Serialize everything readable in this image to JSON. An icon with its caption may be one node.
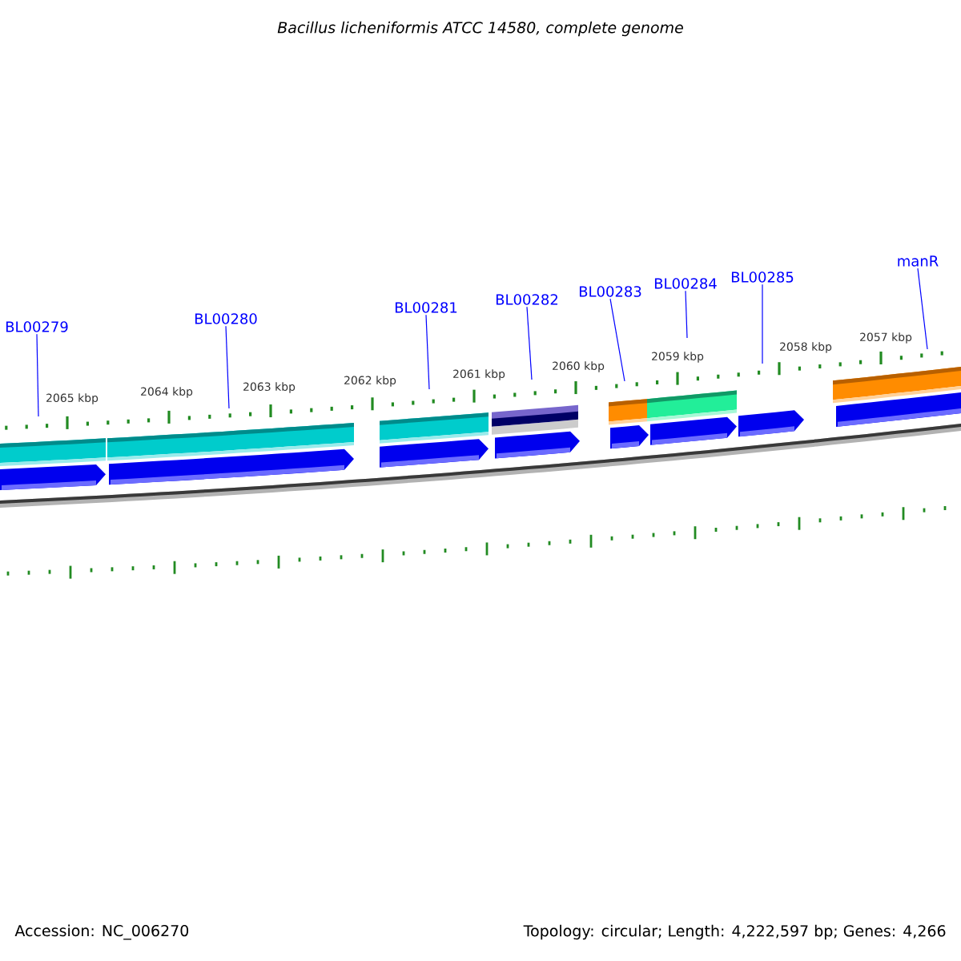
{
  "diagram": {
    "title": "Bacillus licheniformis ATCC 14580, complete genome",
    "nodes": [
      {
        "text": [
          "BL00279"
        ]
      },
      {
        "text": [
          "BL00280"
        ]
      },
      {
        "text": [
          "BL00281"
        ]
      },
      {
        "text": [
          "BL00282"
        ]
      },
      {
        "text": [
          "BL00283"
        ]
      },
      {
        "text": [
          "BL00284"
        ]
      },
      {
        "text": [
          "BL00285"
        ]
      },
      {
        "text": [
          "manR"
        ]
      }
    ],
    "edges": [
      {
        "from": 0,
        "to": null,
        "arrow": "none"
      },
      {
        "from": 1,
        "to": null,
        "arrow": "none"
      },
      {
        "from": 2,
        "to": null,
        "arrow": "none"
      },
      {
        "from": 3,
        "to": null,
        "arrow": "none"
      },
      {
        "from": 4,
        "to": null,
        "arrow": "none"
      },
      {
        "from": 5,
        "to": null,
        "arrow": "none"
      },
      {
        "from": 6,
        "to": null,
        "arrow": "none"
      },
      {
        "from": 7,
        "to": null,
        "arrow": "none"
      }
    ],
    "labels": [
      "2065 kbp",
      "2064 kbp",
      "2063 kbp",
      "2062 kbp",
      "2061 kbp",
      "2060 kbp",
      "2059 kbp",
      "2058 kbp",
      "2057 kbp",
      "Accession: NC_006270",
      "Topology: circular; Length: 4,222,597 bp; Genes: 4,266"
    ]
  }
}
